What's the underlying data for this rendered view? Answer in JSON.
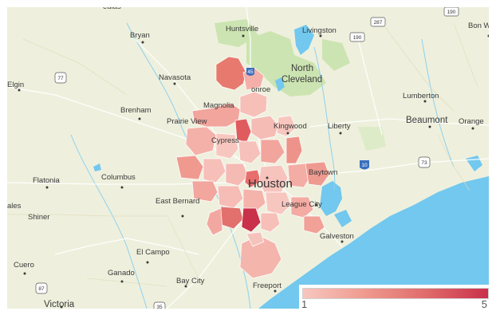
{
  "map": {
    "labels": {
      "bryan": "Bryan",
      "huntsville": "Huntsville",
      "livingston": "Livingston",
      "navasota": "Navasota",
      "north_cleveland": [
        "North",
        "Cleveland"
      ],
      "conroe": "onroe",
      "elgin": "Elgin",
      "brenham": "Brenham",
      "magnolia": "Magnolia",
      "prairie_view": "Prairie View",
      "kingwood": "Kingwood",
      "liberty": "Liberty",
      "lumberton": "Lumberton",
      "beaumont": "Beaumont",
      "orange": "Orange",
      "bon_wier": "Bon Wi",
      "cypress": "Cypress",
      "baytown": "Baytown",
      "flatonia": "Flatonia",
      "columbus": "Columbus",
      "houston": "Houston",
      "east_bernard": "East Bernard",
      "league_city": "League City",
      "gales": "ales",
      "shiner": "Shiner",
      "galveston": "Galveston",
      "el_campo": "El Campo",
      "cuero": "Cuero",
      "ganado": "Ganado",
      "bay_city": "Bay City",
      "freeport": "Freeport",
      "victoria": "Victoria",
      "bedias": "edias"
    },
    "shields": {
      "us_77": "77",
      "us_190a": "190",
      "us_190b": "190",
      "us_287": "287",
      "i_45": "45",
      "i_10": "10",
      "us_73": "73",
      "us_87": "87",
      "us_35": "35"
    },
    "colors": {
      "land": "#eef0dd",
      "water": "#72c8ee",
      "forest": "#c9e3ad",
      "scale_low": "#f7c7bf",
      "scale_high": "#c9304a"
    }
  },
  "legend": {
    "min_label": "1",
    "max_label": "5",
    "min": 1,
    "max": 5
  }
}
